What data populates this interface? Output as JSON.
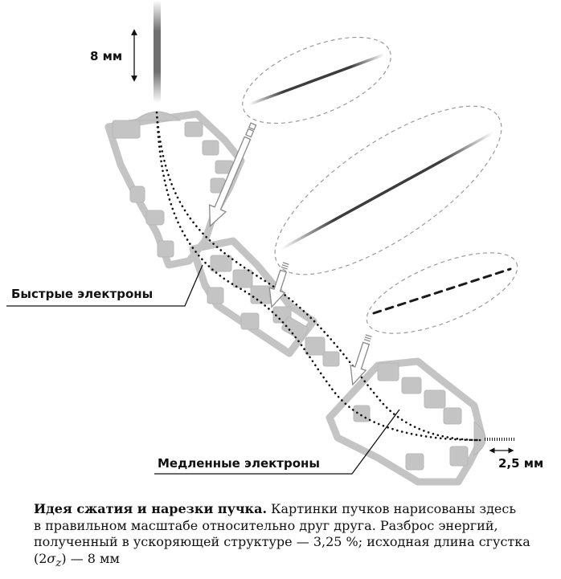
{
  "labels": {
    "initial_length": "8 мм",
    "final_length": "2,5 мм",
    "fast_electrons": "Быстрые электроны",
    "slow_electrons": "Медленные электроны"
  },
  "caption": {
    "title": "Идея сжатия и нарезки пучка.",
    "line1_rest": "Картинки пучков нарисованы здесь",
    "line2": "в правильном масштабе относительно друг друга. Разброс энергий,",
    "line3": "полученный в ускоряющей структуре — 3,25 %; исходная длина сгустка",
    "line4_open": "(2",
    "sigma": "σ",
    "sub_z": "z",
    "line4_close": ") — 8 мм"
  },
  "colors": {
    "structure": "#c4c4c4",
    "structure_dark": "#b0b0b0",
    "trajectory": "#111111",
    "ellipse_outline": "#9a9a9a",
    "arrow_outline": "#8a8a8a",
    "beam": "#1a1a1a"
  }
}
